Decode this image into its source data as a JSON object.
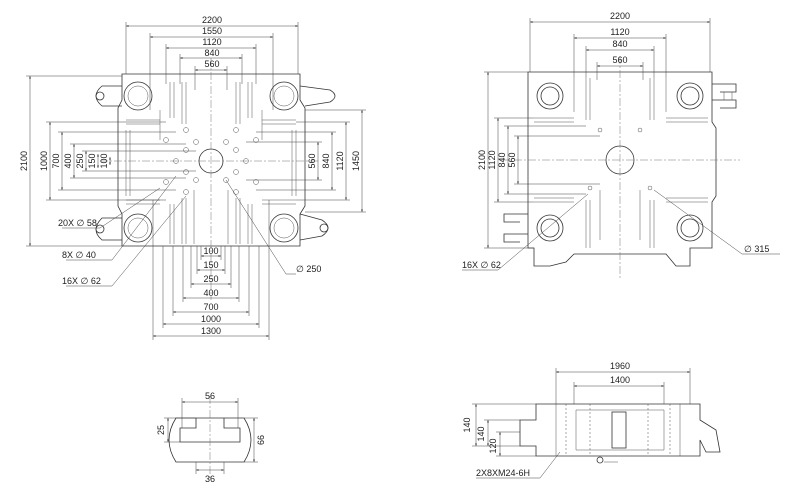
{
  "front_platen": {
    "horizontal_dims": [
      "2200",
      "1550",
      "1120",
      "840",
      "560"
    ],
    "vertical_left_dims": [
      "2100",
      "1000",
      "700",
      "400",
      "250",
      "150",
      "100"
    ],
    "vertical_right_dims": [
      "560",
      "840",
      "1120",
      "1450"
    ],
    "bottom_dims": [
      "100",
      "150",
      "250",
      "400",
      "700",
      "1000",
      "1300"
    ],
    "callouts": [
      "20X ∅ 58",
      "8X ∅ 40",
      "16X ∅ 62",
      "∅ 250"
    ]
  },
  "rear_platen": {
    "horizontal_dims": [
      "2200",
      "1120",
      "840",
      "560"
    ],
    "vertical_dims": [
      "2100",
      "1120",
      "840",
      "560"
    ],
    "callouts": [
      "16X ∅ 62",
      "∅ 315"
    ]
  },
  "t_slot": {
    "dims": [
      "56",
      "25",
      "66",
      "36"
    ]
  },
  "side_view": {
    "horizontal_dims": [
      "1960",
      "1400"
    ],
    "vertical_dims": [
      "140",
      "140",
      "120"
    ],
    "callouts": [
      "2X8XM24-6H"
    ]
  }
}
